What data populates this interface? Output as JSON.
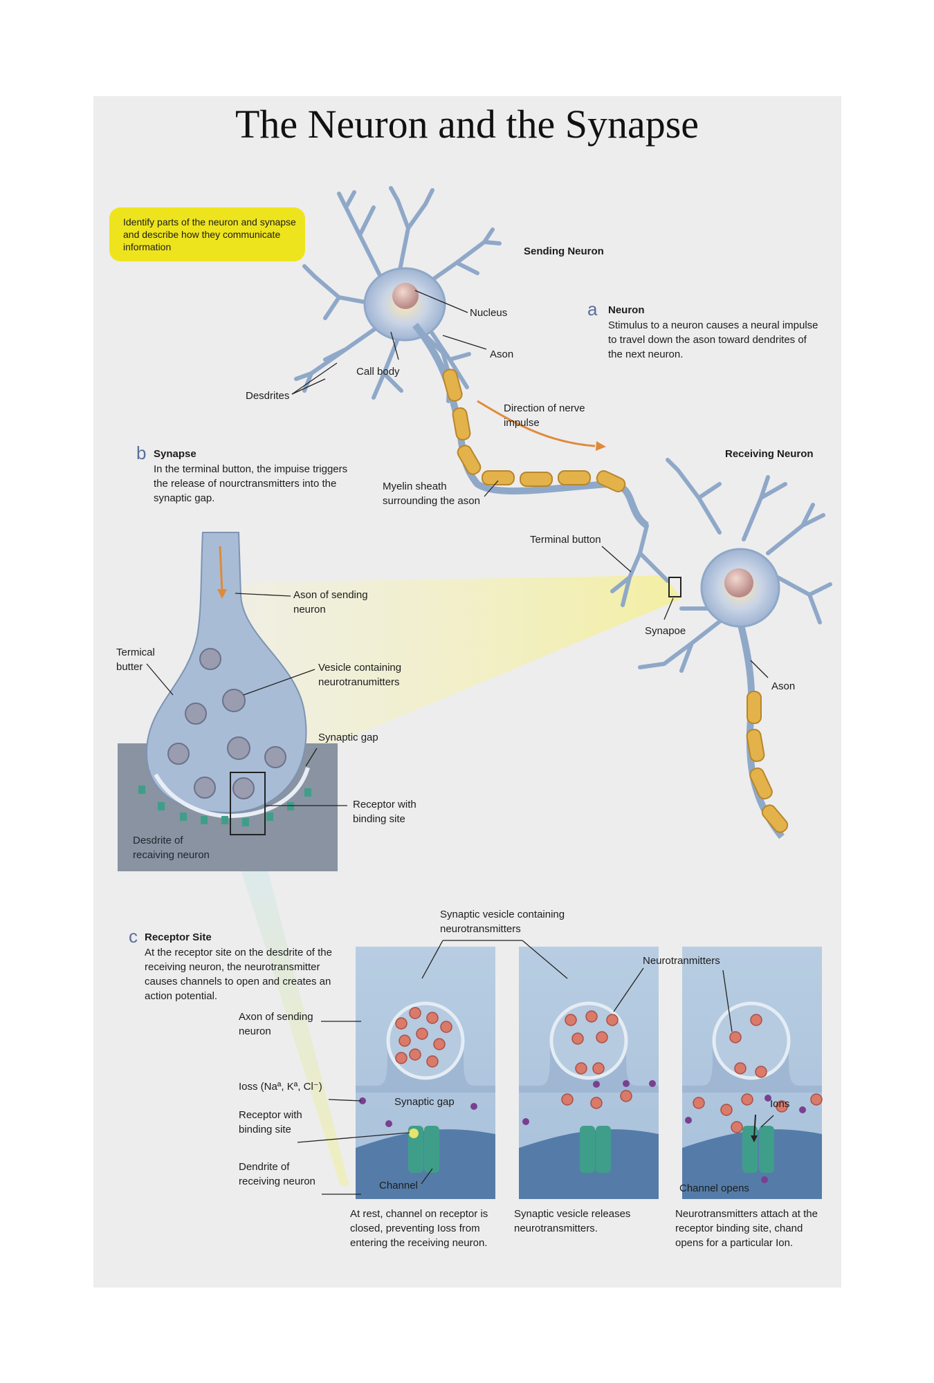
{
  "title": "The Neuron and the Synapse",
  "intro": "Identify parts of the neuron and synapse and describe how they communicate information",
  "neuron_panel": {
    "letter": "a",
    "heading": "Neuron",
    "text": "Stimulus to a neuron causes a neural impulse to travel down the ason toward dendrites of the next neuron.",
    "labels": {
      "sending_neuron": "Sending Neuron",
      "receiving_neuron": "Receiving Neuron",
      "nucleus": "Nucleus",
      "ason_1": "Ason",
      "ason_2": "Ason",
      "cell_body": "Call body",
      "dendrites": "Desdrites",
      "direction": "Direction of nerve impulse",
      "myelin": "Myelin sheath surrounding the ason",
      "terminal_button": "Terminal button",
      "synapse": "Synapoe"
    }
  },
  "synapse_panel": {
    "letter": "b",
    "heading": "Synapse",
    "text": "In the terminal button, the impuise triggers the release of nourctransmitters into the synaptic gap.",
    "labels": {
      "ason_sending": "Ason of sending neuron",
      "terminal_button": "Termical butter",
      "vesicle": "Vesicle containing neurotranumitters",
      "synaptic_gap": "Synaptic gap",
      "receptor": "Receptor with binding site",
      "dendrite": "Desdrite of recaiving neuron"
    }
  },
  "receptor_panel": {
    "letter": "c",
    "heading": "Receptor Site",
    "text": "At the receptor site on the desdrite of the receiving neuron, the neurotransmitter causes channels to open and creates an action potential.",
    "labels": {
      "axon_sending": "Axon of sending neuron",
      "ions": "Ioss (Naª, Kª, Cl⁻)",
      "receptor": "Receptor with binding site",
      "dendrite": "Dendrite of receiving neuron",
      "synaptic_vesicle": "Synaptic vesicle containing neurotransmitters",
      "neurotransmitters": "Neurotranmitters",
      "synaptic_gap": "Synaptic gap",
      "channel": "Channel",
      "ions_short": "Ions",
      "channel_opens": "Channel opens"
    },
    "captions": [
      "At rest, channel on receptor is closed, preventing Ioss from entering the receiving neuron.",
      "Synaptic vesicle releases neurotransmitters.",
      "Neurotransmitters attach at the receptor binding site, chand opens for a particular Ion."
    ]
  },
  "colors": {
    "neuron_blue": "#8fa8c8",
    "myelin": "#e3b24a",
    "highlight": "#eee41d",
    "vesicle": "#d97a6a",
    "channel": "#3f9e8a",
    "ion": "#7a3f8f"
  }
}
